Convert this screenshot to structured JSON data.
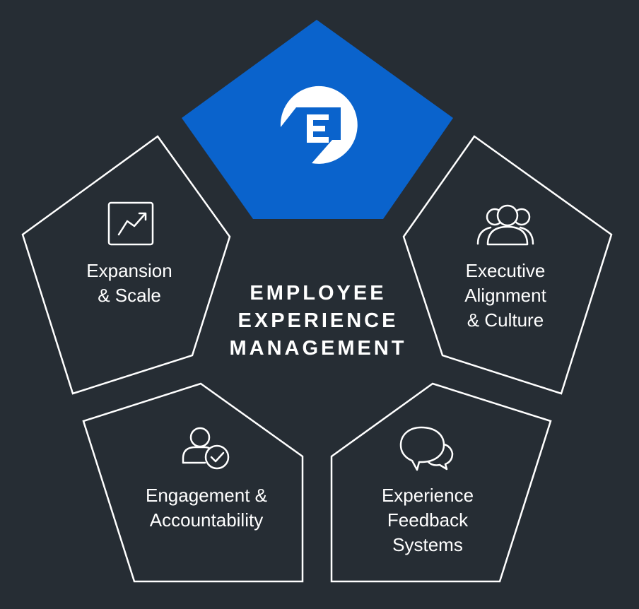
{
  "colors": {
    "background": "#262d34",
    "accent": "#0a63cc",
    "outline": "#ffffff"
  },
  "center": {
    "title_lines": [
      "EMPLOYEE",
      "EXPERIENCE",
      "MANAGEMENT"
    ],
    "logo_letter": "E",
    "logo_icon": "brand-e-logo-icon"
  },
  "segments": [
    {
      "id": "expansion",
      "icon": "trend-chart-icon",
      "lines": [
        "Expansion",
        "& Scale"
      ]
    },
    {
      "id": "executive",
      "icon": "people-group-icon",
      "lines": [
        "Executive",
        "Alignment",
        "& Culture"
      ]
    },
    {
      "id": "engagement",
      "icon": "user-check-icon",
      "lines": [
        "Engagement &",
        "Accountability"
      ]
    },
    {
      "id": "feedback",
      "icon": "speech-bubbles-icon",
      "lines": [
        "Experience",
        "Feedback",
        "Systems"
      ]
    }
  ]
}
